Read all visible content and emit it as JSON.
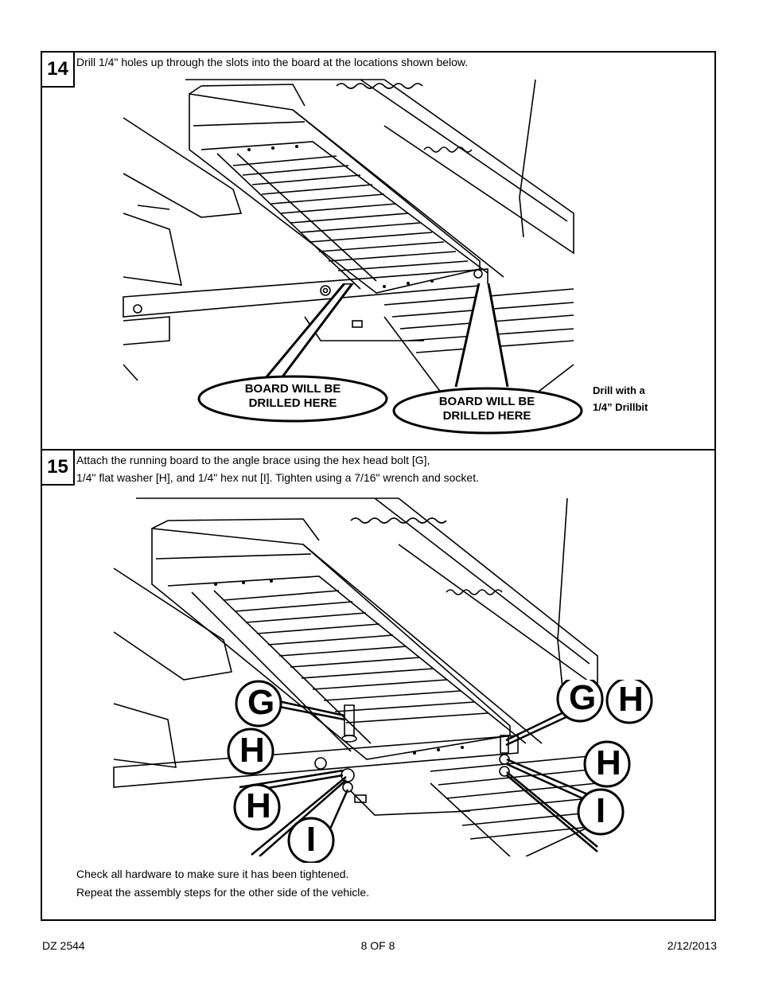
{
  "step14": {
    "number": "14",
    "instruction": "Drill 1/4\" holes up through the slots into the board at the locations shown below.",
    "callout_left": [
      "BOARD WILL BE",
      "DRILLED HERE"
    ],
    "callout_right": [
      "BOARD WILL BE",
      "DRILLED HERE"
    ],
    "drill_note": [
      "Drill with a",
      "1/4” Drillbit"
    ]
  },
  "step15": {
    "number": "15",
    "instruction_line1": "Attach the running board to the angle brace using the hex head bolt [G],",
    "instruction_line2": "1/4\" flat washer [H], and 1/4\" hex nut [I].  Tighten using a 7/16\" wrench and socket.",
    "labels": {
      "g_left": "G",
      "h_left": "H",
      "h_bottom": "H",
      "i_bottom": "I",
      "g_right": "G",
      "h_right_top": "H",
      "h_right": "H",
      "i_right": "I"
    },
    "note_line1": "Check all hardware to make sure it has been tightened.",
    "note_line2": "Repeat the assembly steps for the other side of the vehicle."
  },
  "footer": {
    "doc_id": "DZ 2544",
    "page": "8 OF 8",
    "date": "2/12/2013"
  }
}
